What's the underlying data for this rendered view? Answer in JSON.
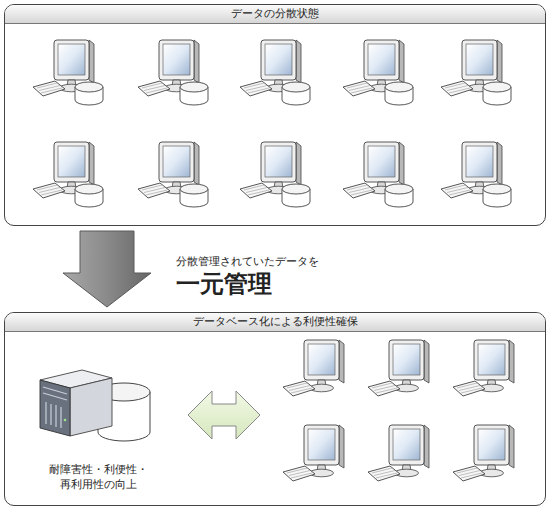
{
  "diagram": {
    "nodes": [
      {
        "text": [
          "データの分散状態"
        ]
      },
      {
        "text": [
          "データベース化による利便性確保"
        ]
      },
      {
        "text": [
          "耐障害性・利便性・ 再利用性の向上"
        ],
        "in": 1
      }
    ],
    "edges": [
      {
        "from": 0,
        "to": 1,
        "arrow": "to",
        "label": "分散管理されていたデータを"
      }
    ],
    "labels": [
      "一元管理"
    ]
  }
}
